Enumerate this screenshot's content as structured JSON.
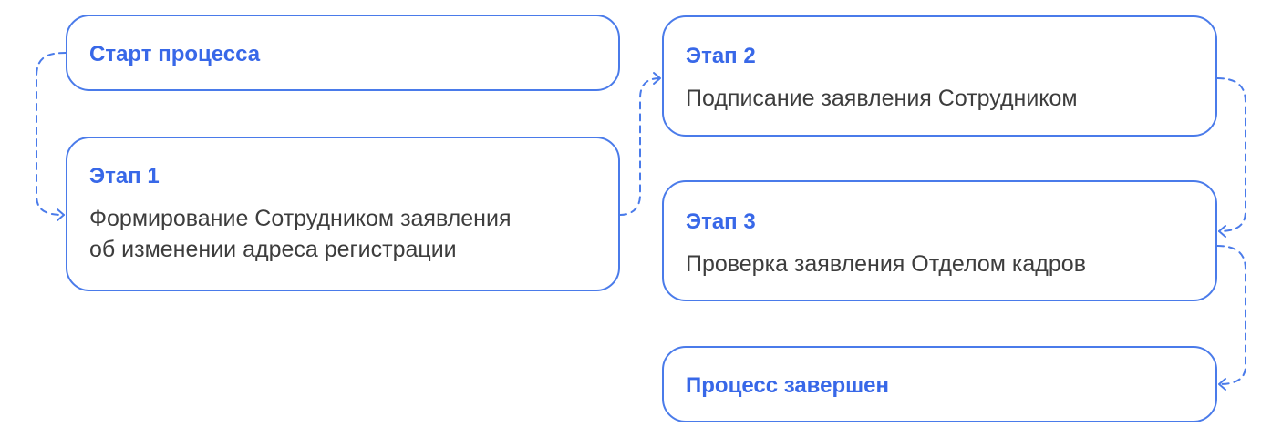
{
  "diagram": {
    "colors": {
      "accent": "#3868e8",
      "border": "#4a7bea",
      "text": "#3d3d3d",
      "background": "#ffffff"
    },
    "nodes": {
      "start": {
        "title": "Старт процесса"
      },
      "step1": {
        "title": "Этап 1",
        "description": "Формирование Сотрудником заявления\nоб изменении адреса регистрации"
      },
      "step2": {
        "title": "Этап 2",
        "description": "Подписание заявления Сотрудником"
      },
      "step3": {
        "title": "Этап 3",
        "description": "Проверка заявления Отделом кадров"
      },
      "finish": {
        "title": "Процесс завершен"
      }
    },
    "edges": [
      {
        "from": "start",
        "to": "step1",
        "style": "dashed"
      },
      {
        "from": "step1",
        "to": "step2",
        "style": "dashed"
      },
      {
        "from": "step2",
        "to": "step3",
        "style": "dashed"
      },
      {
        "from": "step3",
        "to": "finish",
        "style": "dashed"
      }
    ]
  }
}
